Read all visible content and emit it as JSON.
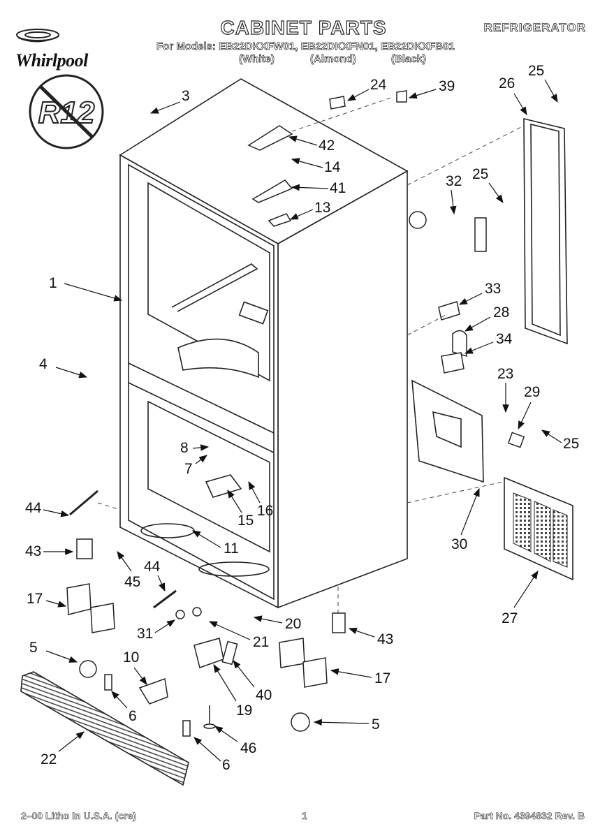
{
  "header": {
    "brand": "Whirlpool",
    "title": "CABINET PARTS",
    "category": "REFRIGERATOR",
    "models_prefix": "For Models:",
    "models": [
      "EB22DKXFW01,",
      "EB22DKXFN01,",
      "EB22DKXFB01"
    ],
    "colors": [
      "(White)",
      "(Almond)",
      "(Black)"
    ]
  },
  "badge": {
    "text": "R12"
  },
  "callouts": [
    "3",
    "24",
    "39",
    "42",
    "14",
    "41",
    "13",
    "32",
    "25",
    "26",
    "25",
    "1",
    "33",
    "28",
    "34",
    "4",
    "23",
    "29",
    "25",
    "8",
    "7",
    "16",
    "15",
    "44",
    "11",
    "43",
    "45",
    "30",
    "27",
    "44",
    "17",
    "20",
    "31",
    "21",
    "43",
    "5",
    "10",
    "40",
    "17",
    "19",
    "6",
    "46",
    "5",
    "22",
    "6"
  ],
  "footer": {
    "left": "2–00 Litho In U.S.A. (cre)",
    "page": "1",
    "part": "Part No. 4394832 Rev. B"
  }
}
